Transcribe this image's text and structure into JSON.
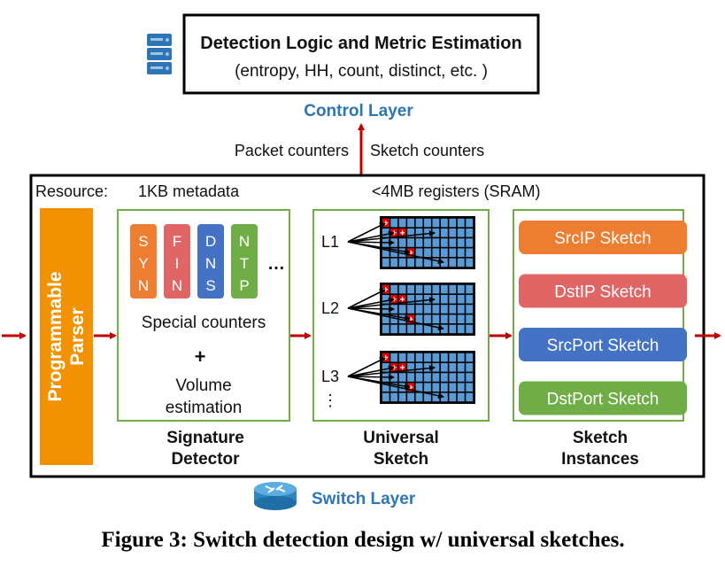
{
  "control": {
    "title": "Detection Logic and Metric Estimation",
    "subtitle": "(entropy, HH, count, distinct, etc. )",
    "layer_label": "Control Layer"
  },
  "counters": {
    "packet": "Packet counters",
    "sketch": "Sketch counters"
  },
  "switch": {
    "resource_label": "Resource:",
    "metadata_label": "1KB metadata",
    "registers_label": "<4MB registers (SRAM)",
    "layer_label": "Switch Layer"
  },
  "parser": {
    "line1": "Programmable",
    "line2": "Parser"
  },
  "signature": {
    "pills": [
      {
        "letters": [
          "S",
          "Y",
          "N"
        ],
        "color": "#ED7D31"
      },
      {
        "letters": [
          "F",
          "I",
          "N"
        ],
        "color": "#E06666"
      },
      {
        "letters": [
          "D",
          "N",
          "S"
        ],
        "color": "#4472C4"
      },
      {
        "letters": [
          "N",
          "T",
          "P"
        ],
        "color": "#70AD47"
      }
    ],
    "ellipsis": "…",
    "special": "Special counters",
    "plus": "+",
    "volume1": "Volume",
    "volume2": "estimation",
    "caption1": "Signature",
    "caption2": "Detector"
  },
  "universal": {
    "levels": [
      "L1",
      "L2",
      "L3"
    ],
    "dots": "⋮",
    "caption1": "Universal",
    "caption2": "Sketch"
  },
  "instances": {
    "items": [
      {
        "label": "SrcIP Sketch",
        "color": "#ED7D31"
      },
      {
        "label": "DstIP Sketch",
        "color": "#E06666"
      },
      {
        "label": "SrcPort Sketch",
        "color": "#4472C4"
      },
      {
        "label": "DstPort Sketch",
        "color": "#70AD47"
      }
    ],
    "caption1": "Sketch",
    "caption2": "Instances"
  },
  "figure_caption": "Figure 3: Switch detection design w/ universal sketches.",
  "colors": {
    "control_blue": "#2E75B6",
    "arrow_red": "#C00000",
    "green_border": "#70AD47",
    "parser_orange": "#F39200",
    "grid_blue": "#5B9BD5"
  }
}
